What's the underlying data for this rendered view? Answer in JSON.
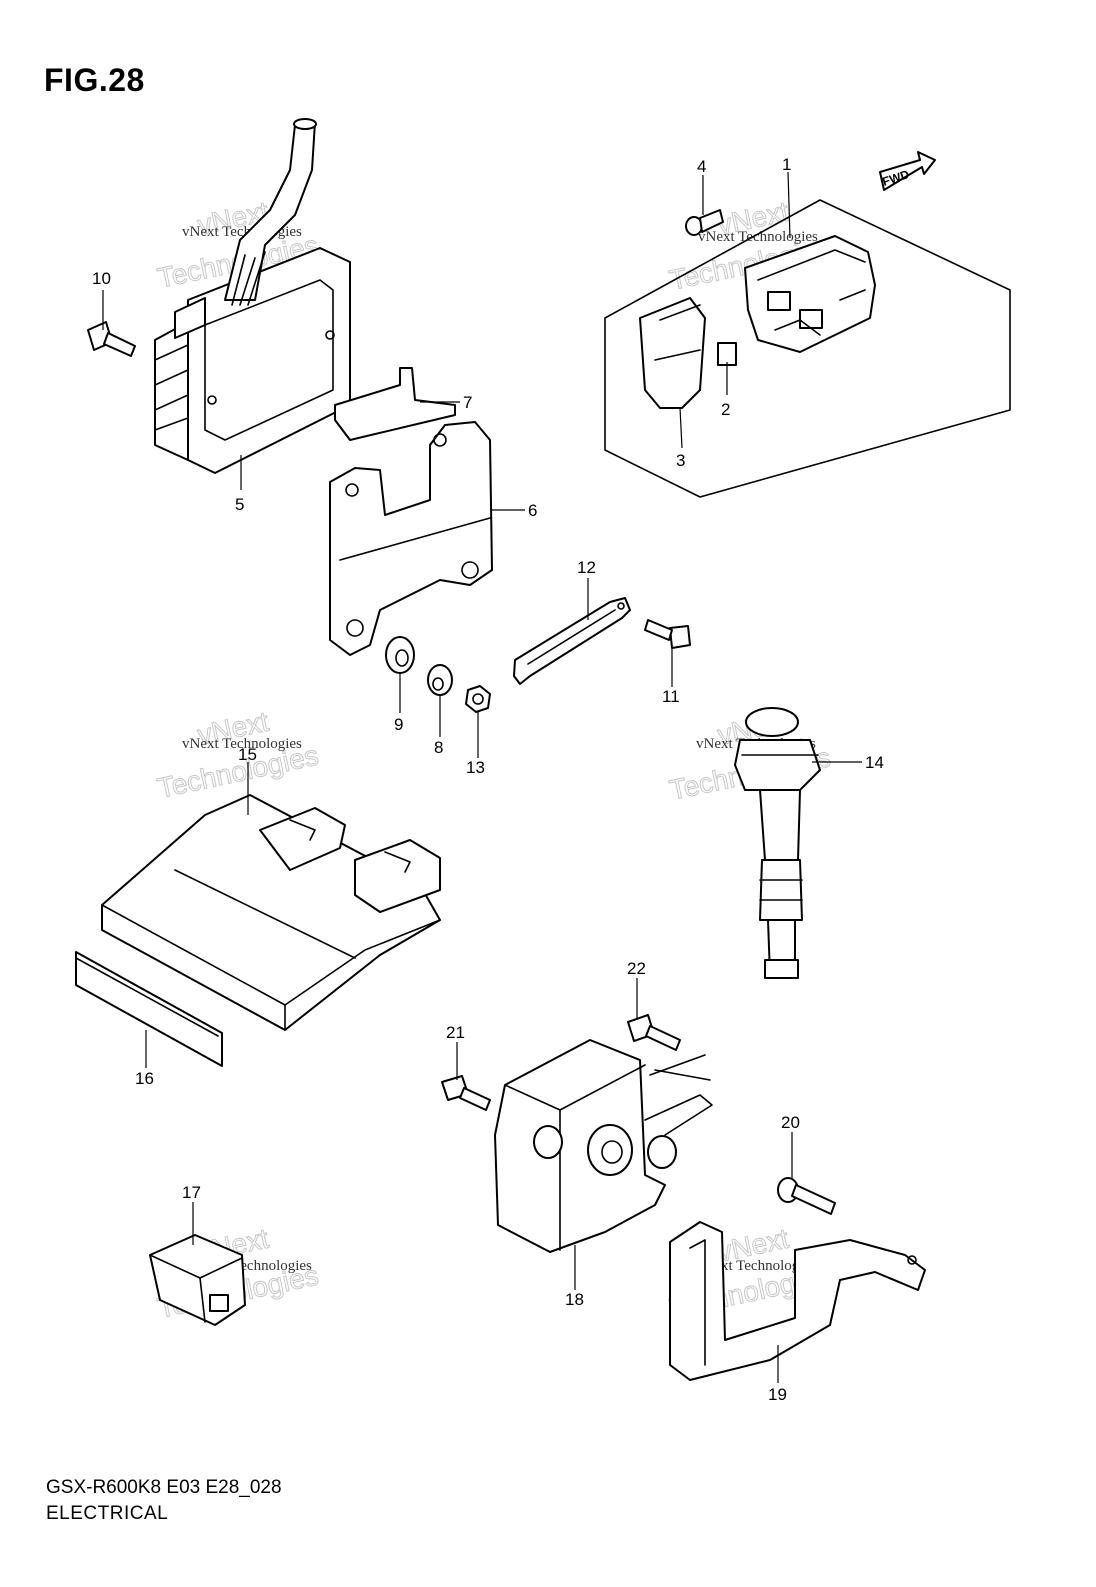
{
  "figure": {
    "title": "FIG.28",
    "code": "GSX-R600K8 E03 E28_028",
    "section": "ELECTRICAL",
    "fwd_label": "FWD"
  },
  "callouts": [
    {
      "id": "c1",
      "text": "1"
    },
    {
      "id": "c2",
      "text": "2"
    },
    {
      "id": "c3",
      "text": "3"
    },
    {
      "id": "c4",
      "text": "4"
    },
    {
      "id": "c5",
      "text": "5"
    },
    {
      "id": "c6",
      "text": "6"
    },
    {
      "id": "c7",
      "text": "7"
    },
    {
      "id": "c8",
      "text": "8"
    },
    {
      "id": "c9",
      "text": "9"
    },
    {
      "id": "c10",
      "text": "10"
    },
    {
      "id": "c11",
      "text": "11"
    },
    {
      "id": "c12",
      "text": "12"
    },
    {
      "id": "c13",
      "text": "13"
    },
    {
      "id": "c14",
      "text": "14"
    },
    {
      "id": "c15",
      "text": "15"
    },
    {
      "id": "c16",
      "text": "16"
    },
    {
      "id": "c17",
      "text": "17"
    },
    {
      "id": "c18",
      "text": "18"
    },
    {
      "id": "c19",
      "text": "19"
    },
    {
      "id": "c20",
      "text": "20"
    },
    {
      "id": "c21",
      "text": "21"
    },
    {
      "id": "c22",
      "text": "22"
    }
  ],
  "watermark": {
    "line1": "vNext Technologies",
    "line2": "Technologies",
    "line3": "vNext"
  }
}
